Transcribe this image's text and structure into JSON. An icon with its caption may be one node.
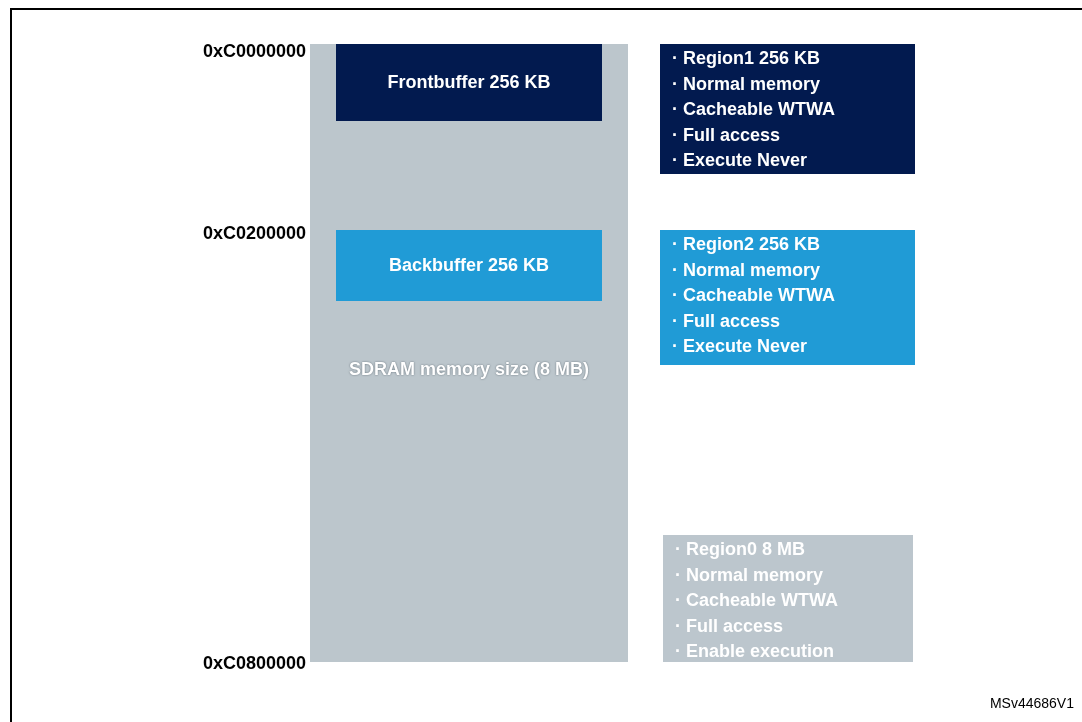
{
  "diagram": {
    "nodes": [
      {
        "text": [
          "SDRAM memory size (8 MB)"
        ]
      },
      {
        "text": [
          "Frontbuffer 256 KB"
        ],
        "in": 0
      },
      {
        "text": [
          "Backbuffer 256 KB"
        ],
        "in": 0
      },
      {
        "text": [
          "· Region1 256 KB",
          "· Normal memory",
          "· Cacheable WTWA",
          "· Full access",
          "· Execute Never"
        ]
      },
      {
        "text": [
          "· Region2 256 KB",
          "· Normal memory",
          "· Cacheable WTWA",
          "· Full access",
          "· Execute Never"
        ]
      },
      {
        "text": [
          "· Region0 8 MB",
          "· Normal memory",
          "· Cacheable WTWA",
          "· Full access",
          "· Enable execution"
        ]
      }
    ],
    "labels": [
      "0xC0000000",
      "0xC0200000",
      "0xC0800000",
      "MSv44686V1"
    ]
  }
}
